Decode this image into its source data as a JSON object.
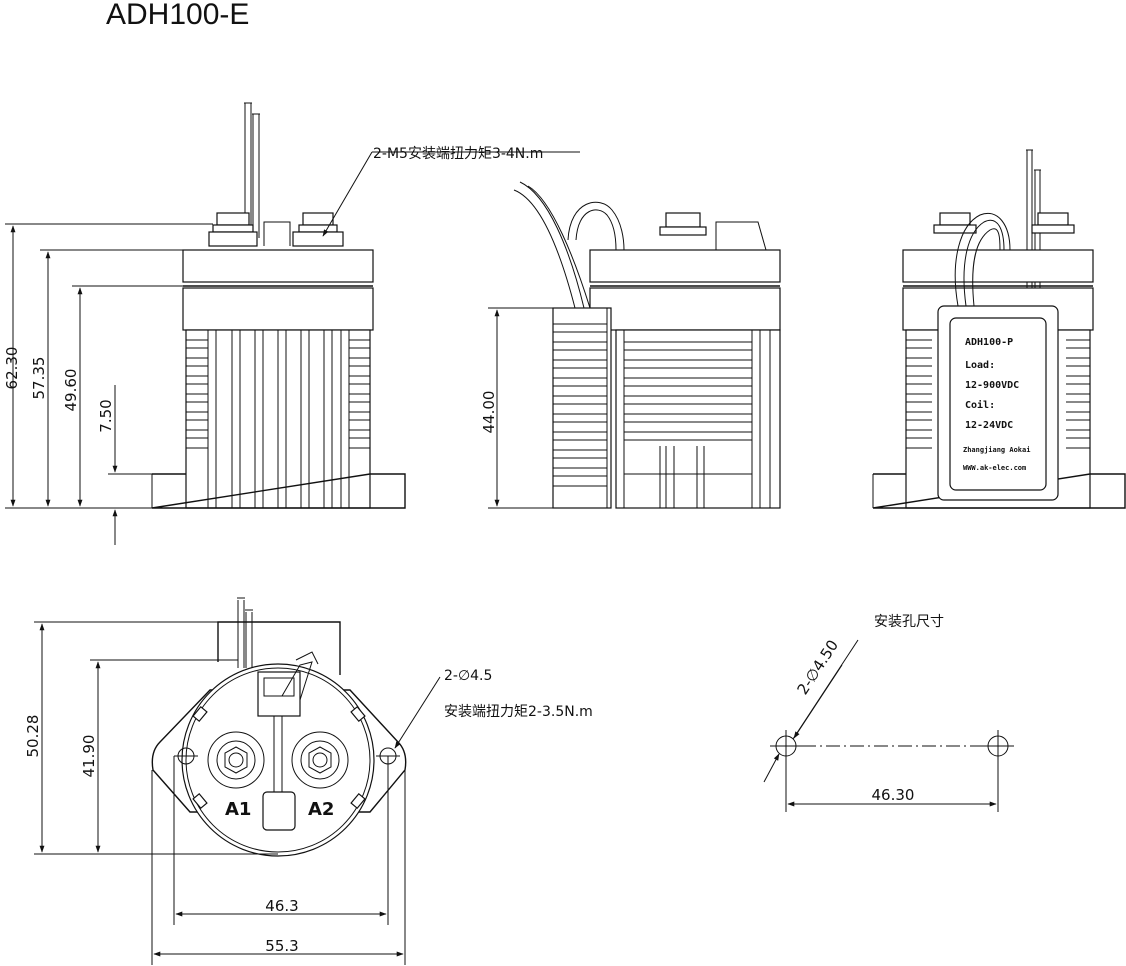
{
  "title": "ADH100-E",
  "notes": {
    "terminal_torque": "2-M5安装端扭力矩3-4N.m",
    "hole_count_dia": "2-∅4.5",
    "mount_torque": "安装端扭力矩2-3.5N.m",
    "hole_size_title": "安装孔尺寸"
  },
  "dimensions": {
    "front_height_total": "62.30",
    "front_height_2": "57.35",
    "front_height_3": "49.60",
    "front_flange": "7.50",
    "side_height": "44.00",
    "top_height": "50.28",
    "top_inner_height": "41.90",
    "top_hole_spacing": "46.3",
    "top_overall_width": "55.3",
    "hole_diameter": "2-∅4.50",
    "hole_spacing": "46.30"
  },
  "terminals": {
    "a1": "A1",
    "a2": "A2"
  },
  "nameplate": {
    "model": "ADH100-P",
    "load_label": "Load:",
    "load_value": "12-900VDC",
    "coil_label": "Coil:",
    "coil_value": "12-24VDC",
    "maker": "Zhangjiang Aokai",
    "website": "WWW.ak-elec.com"
  }
}
